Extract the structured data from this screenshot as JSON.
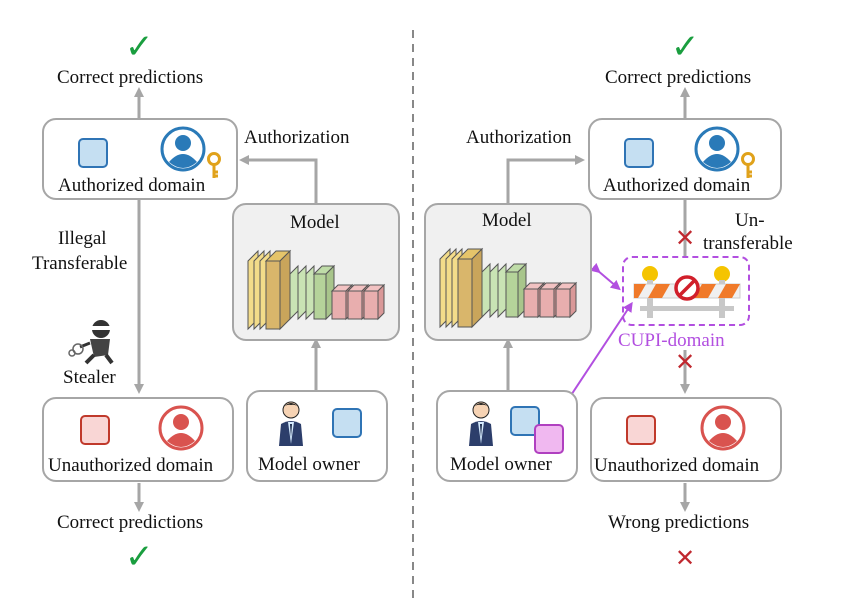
{
  "left": {
    "top_check": "✓",
    "top_predictions": "Correct predictions",
    "authorized_label": "Authorized domain",
    "authorization": "Authorization",
    "model_title": "Model",
    "illegal_line1": "Illegal",
    "illegal_line2": "Transferable",
    "stealer": "Stealer",
    "unauthorized_label": "Unauthorized  domain",
    "owner_label": "Model owner",
    "bottom_predictions": "Correct predictions",
    "bottom_check": "✓"
  },
  "right": {
    "top_check": "✓",
    "top_predictions": "Correct predictions",
    "authorization": "Authorization",
    "authorized_label": "Authorized domain",
    "model_title": "Model",
    "untransferable_line1": "Un-",
    "untransferable_line2": "transferable",
    "cross_upper": "✕",
    "cross_lower": "✕",
    "cupi_label": "CUPI-domain",
    "owner_label": "Model owner",
    "unauthorized_label": "Unauthorized domain",
    "bottom_predictions": "Wrong predictions",
    "bottom_cross": "✕"
  },
  "colors": {
    "check": "#1a9e3f",
    "cross": "#c0282f",
    "cupi": "#b24fe0",
    "authorized_user": "#2a7ab8",
    "unauthorized_user": "#d9534f",
    "arrow": "#a6a6a6"
  }
}
